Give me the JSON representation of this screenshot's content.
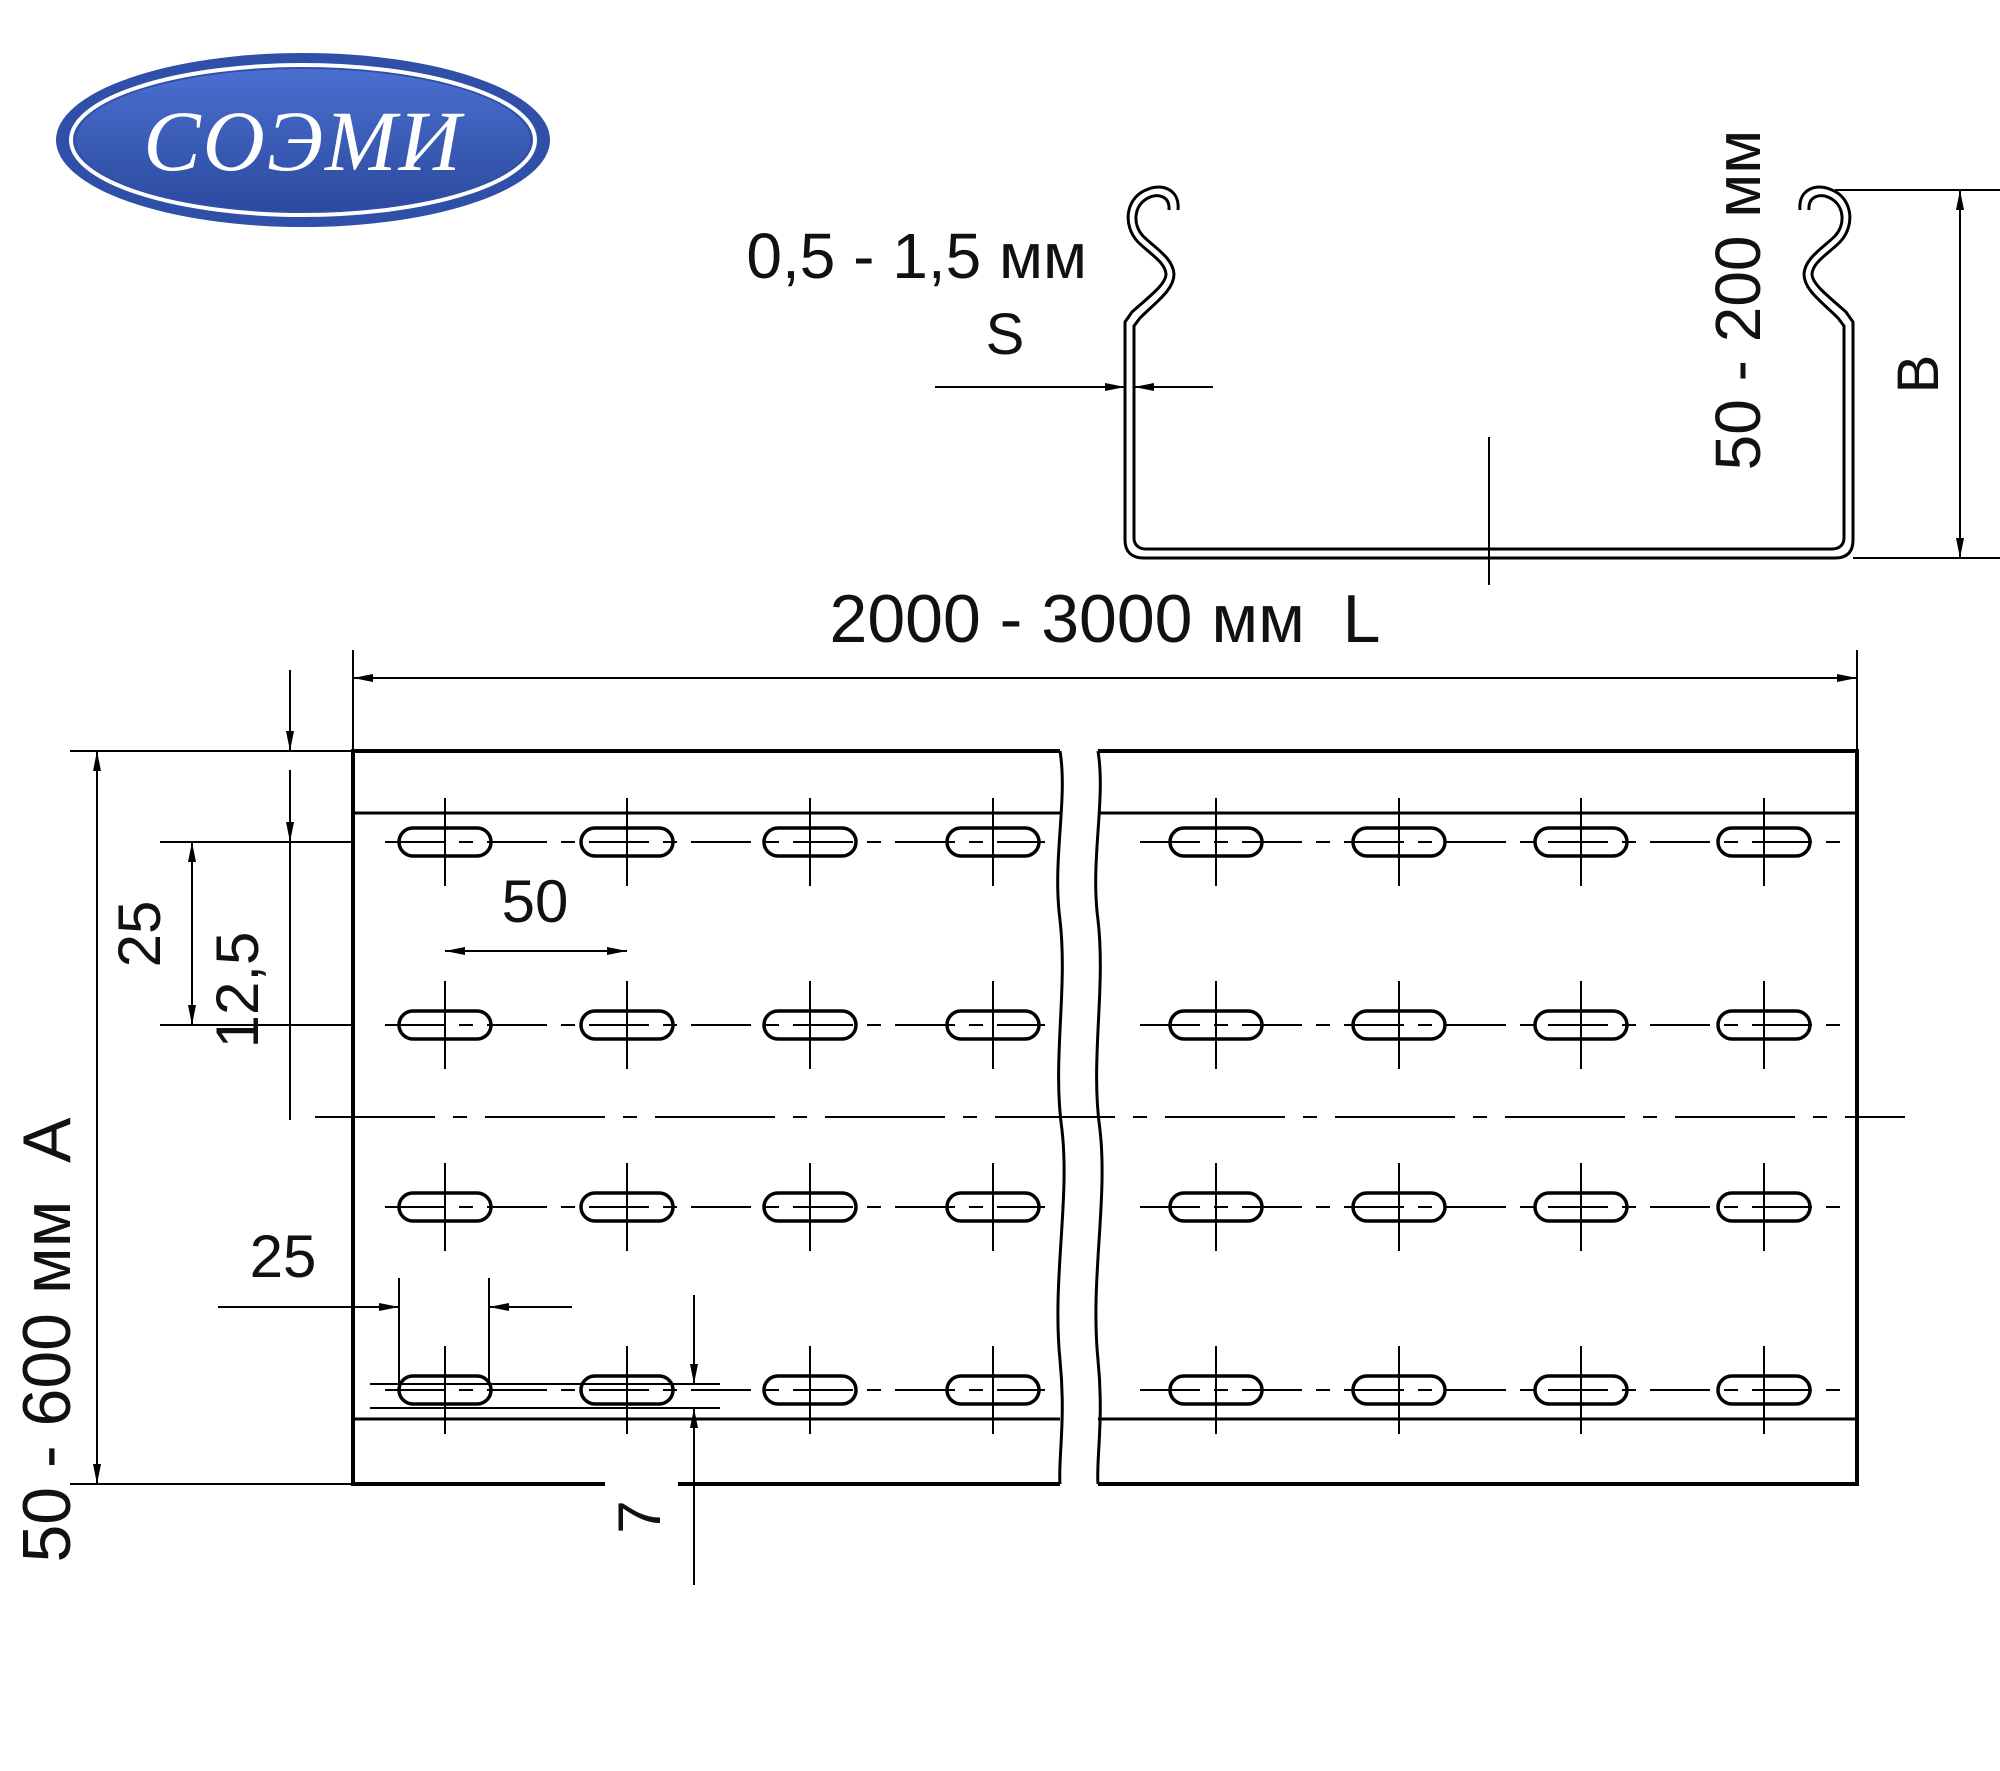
{
  "logo": {
    "text": "СОЭМИ",
    "colors": {
      "outer": "#2f4fa8",
      "inner": "#3b5fc4",
      "ring": "#ffffff",
      "text": "#ffffff"
    }
  },
  "profile": {
    "thickness_range": "0,5 - 1,5 мм",
    "thickness_symbol": "S",
    "height_range": "50 - 200 мм",
    "height_symbol": "B"
  },
  "plan": {
    "length_label": "2000 - 3000 мм  L",
    "width_label": "50 - 600 мм  A",
    "dims": {
      "edge_offset": "25",
      "row_half": "12,5",
      "pitch": "50",
      "slot_length": "25",
      "slot_width": "7"
    }
  },
  "colors": {
    "line": "#000000",
    "background": "#ffffff"
  }
}
